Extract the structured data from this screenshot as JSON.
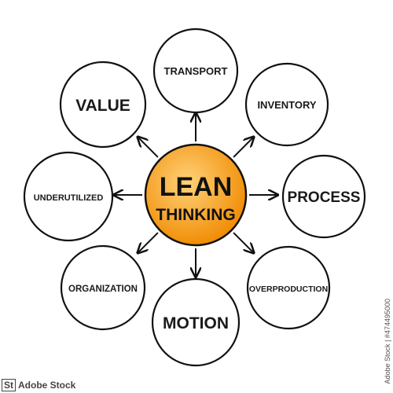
{
  "diagram": {
    "center": {
      "line1": "LEAN",
      "line2": "THINKING",
      "fill_light": "#ffd27a",
      "fill_dark": "#f08a00"
    },
    "nodes": [
      {
        "id": "transport",
        "label": "TRANSPORT"
      },
      {
        "id": "inventory",
        "label": "INVENTORY"
      },
      {
        "id": "process",
        "label": "PROCESS"
      },
      {
        "id": "overproduction",
        "label": "OVERPRODUCTION"
      },
      {
        "id": "motion",
        "label": "MOTION"
      },
      {
        "id": "organization",
        "label": "ORGANIZATION"
      },
      {
        "id": "underutilized",
        "label": "UNDERUTILIZED"
      },
      {
        "id": "value",
        "label": "VALUE"
      }
    ],
    "colors": {
      "stroke": "#111111",
      "node_fill": "#ffffff"
    }
  },
  "watermark": {
    "stock_id": "Adobe Stock | #474495000",
    "logo": "Adobe Stock"
  }
}
